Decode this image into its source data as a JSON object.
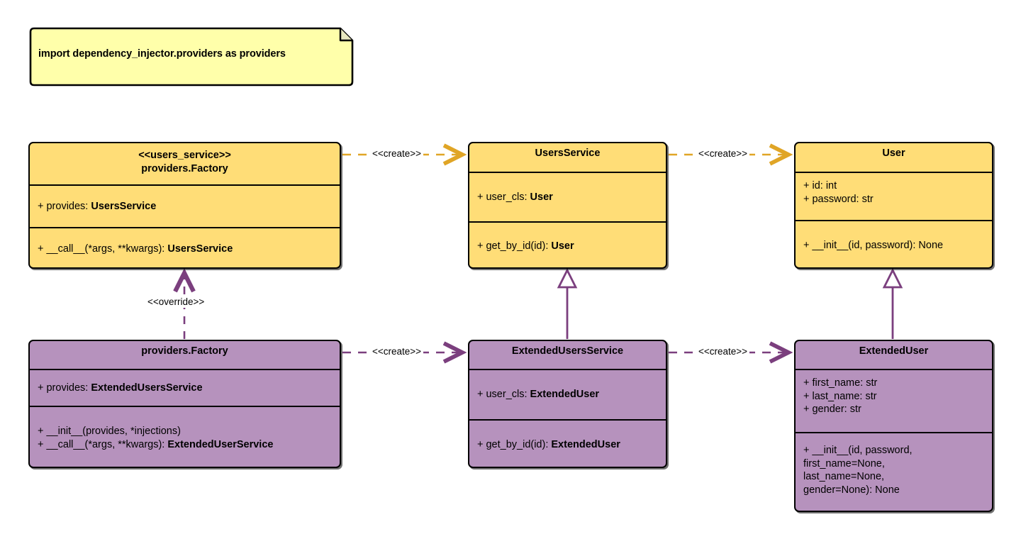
{
  "diagram": {
    "title": "dependency_injector providers UML class diagram",
    "colors": {
      "yellow_fill": "#ffdd77",
      "purple_fill": "#b692bd",
      "note_fill": "#ffffaa",
      "yellow_edge": "#e0a526",
      "purple_edge": "#7b3f7e",
      "outline": "#000000",
      "background": "#ffffff"
    }
  },
  "note": {
    "text": "import dependency_injector.providers as providers"
  },
  "classes": {
    "users_service_factory": {
      "stereotype": "<<users_service>>",
      "name": "providers.Factory",
      "attributes": [
        {
          "prefix": "+ provides: ",
          "type": "UsersService"
        }
      ],
      "methods": [
        {
          "prefix": "+ __call__(*args, **kwargs): ",
          "type": "UsersService"
        }
      ]
    },
    "users_service": {
      "stereotype": "",
      "name": "UsersService",
      "attributes": [
        {
          "prefix": "+ user_cls: ",
          "type": "User"
        }
      ],
      "methods": [
        {
          "prefix": "+ get_by_id(id): ",
          "type": "User"
        }
      ]
    },
    "user": {
      "stereotype": "",
      "name": "User",
      "attributes": [
        {
          "prefix": "+ id: int",
          "type": ""
        },
        {
          "prefix": "+ password: str",
          "type": ""
        }
      ],
      "methods": [
        {
          "prefix": "+ __init__(id, password): None",
          "type": ""
        }
      ]
    },
    "extended_factory": {
      "stereotype": "",
      "name": "providers.Factory",
      "attributes": [
        {
          "prefix": "+ provides: ",
          "type": "ExtendedUsersService"
        }
      ],
      "methods": [
        {
          "prefix": "+ __init__(provides, *injections)",
          "type": ""
        },
        {
          "prefix": "+ __call__(*args, **kwargs): ",
          "type": "ExtendedUserService"
        }
      ]
    },
    "extended_users_service": {
      "stereotype": "",
      "name": "ExtendedUsersService",
      "attributes": [
        {
          "prefix": "+ user_cls: ",
          "type": "ExtendedUser"
        }
      ],
      "methods": [
        {
          "prefix": "+ get_by_id(id): ",
          "type": "ExtendedUser"
        }
      ]
    },
    "extended_user": {
      "stereotype": "",
      "name": "ExtendedUser",
      "attributes": [
        {
          "prefix": "+ first_name: str",
          "type": ""
        },
        {
          "prefix": "+ last_name: str",
          "type": ""
        },
        {
          "prefix": "+ gender: str",
          "type": ""
        }
      ],
      "methods": [
        {
          "prefix": "+ __init__(id, password,",
          "type": ""
        },
        {
          "prefix": "first_name=None,",
          "type": ""
        },
        {
          "prefix": "last_name=None,",
          "type": ""
        },
        {
          "prefix": "gender=None): None",
          "type": ""
        }
      ]
    }
  },
  "edges": {
    "create_top_left": {
      "label": "<<create>>",
      "style": "dashed",
      "arrow": "open",
      "color": "#e0a526"
    },
    "create_top_right": {
      "label": "<<create>>",
      "style": "dashed",
      "arrow": "open",
      "color": "#e0a526"
    },
    "create_bottom_left": {
      "label": "<<create>>",
      "style": "dashed",
      "arrow": "open",
      "color": "#7b3f7e"
    },
    "create_bottom_right": {
      "label": "<<create>>",
      "style": "dashed",
      "arrow": "open",
      "color": "#7b3f7e"
    },
    "override": {
      "label": "<<override>>",
      "style": "dashed",
      "arrow": "open",
      "color": "#7b3f7e"
    },
    "inherit_service": {
      "label": "",
      "style": "solid",
      "arrow": "hollow-triangle",
      "color": "#7b3f7e"
    },
    "inherit_user": {
      "label": "",
      "style": "solid",
      "arrow": "hollow-triangle",
      "color": "#7b3f7e"
    }
  }
}
